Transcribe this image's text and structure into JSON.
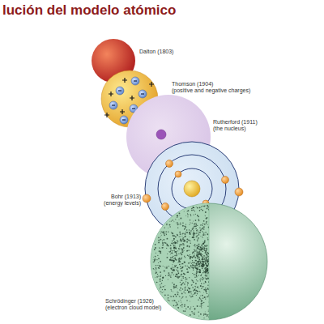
{
  "diagram": {
    "title": "lución del modelo atómico",
    "labels": [
      "Dalton (1803)",
      "Thomson (1904)",
      "(positive and negative charges)",
      "Rutherford (1911)",
      "(the nucleus)",
      "Bohr (1913)",
      "(energy levels)",
      "Schrödinger (1926)",
      "(electron cloud model)"
    ]
  }
}
